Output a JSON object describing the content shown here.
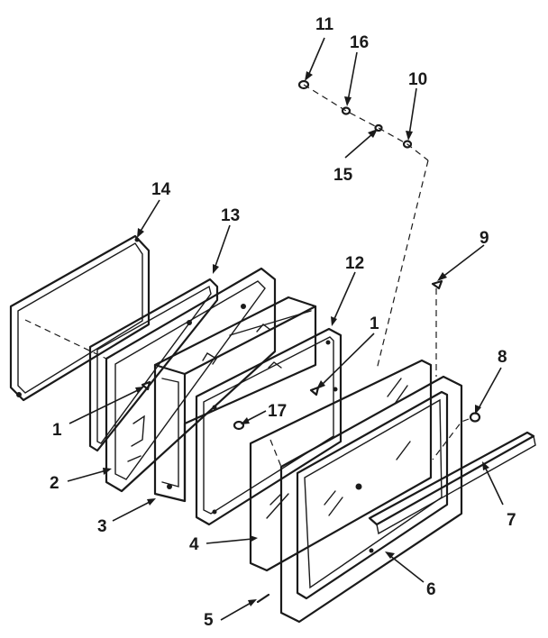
{
  "callouts": [
    {
      "id": "c11",
      "text": "11"
    },
    {
      "id": "c16",
      "text": "16"
    },
    {
      "id": "c10",
      "text": "10"
    },
    {
      "id": "c15",
      "text": "15"
    },
    {
      "id": "c9",
      "text": "9"
    },
    {
      "id": "c14",
      "text": "14"
    },
    {
      "id": "c13",
      "text": "13"
    },
    {
      "id": "c12",
      "text": "12"
    },
    {
      "id": "c1a",
      "text": "1"
    },
    {
      "id": "c1b",
      "text": "1"
    },
    {
      "id": "c8",
      "text": "8"
    },
    {
      "id": "c17",
      "text": "17"
    },
    {
      "id": "c2",
      "text": "2"
    },
    {
      "id": "c3",
      "text": "3"
    },
    {
      "id": "c4",
      "text": "4"
    },
    {
      "id": "c7",
      "text": "7"
    },
    {
      "id": "c6",
      "text": "6"
    },
    {
      "id": "c5",
      "text": "5"
    }
  ]
}
